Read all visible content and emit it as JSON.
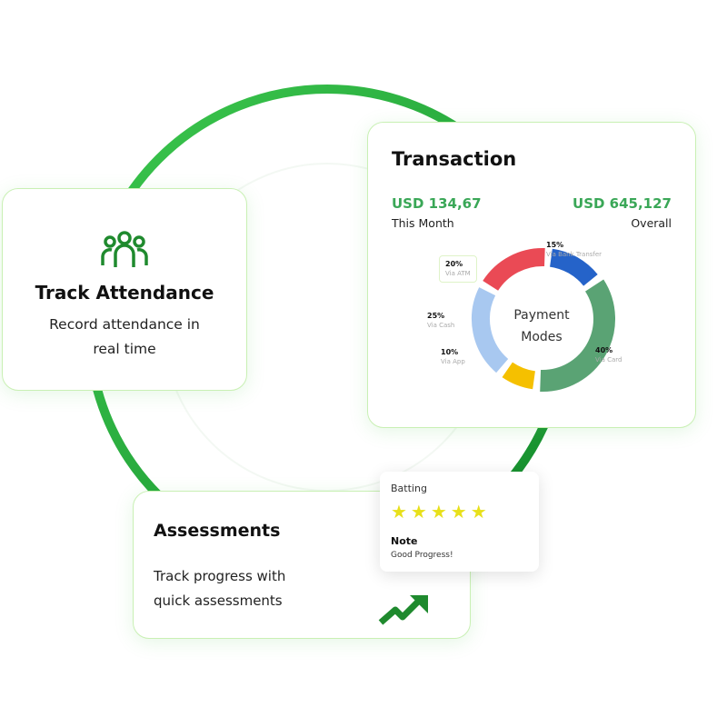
{
  "attendance": {
    "title": "Track Attendance",
    "desc_line1": "Record attendance in",
    "desc_line2": "real time",
    "icon": "group-icon"
  },
  "transaction": {
    "title": "Transaction",
    "month_amount": "USD 134,67",
    "month_label": "This Month",
    "overall_amount": "USD 645,127",
    "overall_label": "Overall",
    "center_line1": "Payment",
    "center_line2": "Modes",
    "modes": [
      {
        "pct": "15%",
        "label": "Via Bank Transfer",
        "value": 15,
        "color": "#2563c9"
      },
      {
        "pct": "40%",
        "label": "Via Card",
        "value": 40,
        "color": "#5aa374"
      },
      {
        "pct": "10%",
        "label": "Via App",
        "value": 10,
        "color": "#f5c000"
      },
      {
        "pct": "25%",
        "label": "Via Cash",
        "value": 25,
        "color": "#a8c8f0"
      },
      {
        "pct": "20%",
        "label": "Via ATM",
        "value": 20,
        "color": "#ea4a55"
      }
    ]
  },
  "assessments": {
    "title": "Assessments",
    "desc_line1": "Track progress with",
    "desc_line2": "quick assessments"
  },
  "rating": {
    "title": "Batting",
    "stars": 5,
    "max_stars": 5,
    "star_glyphs": "★★★★★",
    "note_title": "Note",
    "note": "Good Progress!"
  }
}
